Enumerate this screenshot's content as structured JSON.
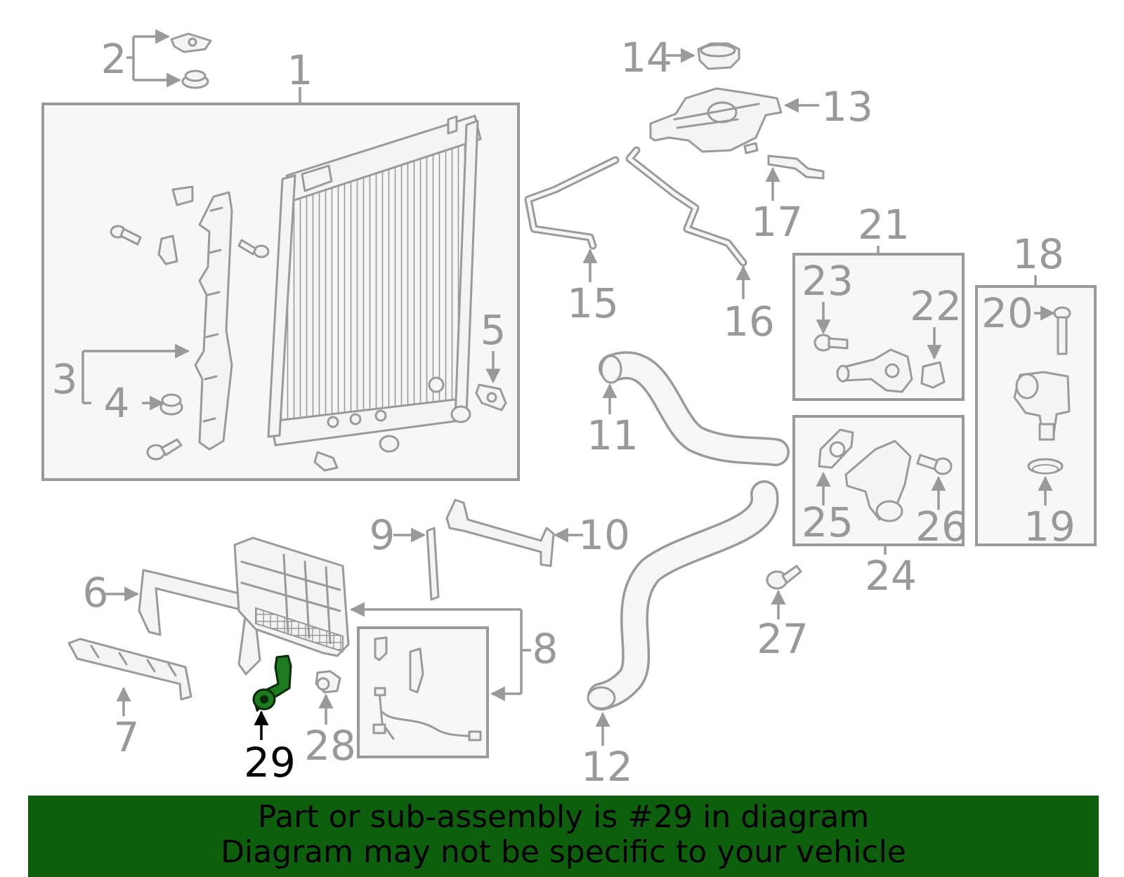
{
  "labels": {
    "p1": "1",
    "p2": "2",
    "p3": "3",
    "p4": "4",
    "p5": "5",
    "p6": "6",
    "p7": "7",
    "p8": "8",
    "p9": "9",
    "p10": "10",
    "p11": "11",
    "p12": "12",
    "p13": "13",
    "p14": "14",
    "p15": "15",
    "p16": "16",
    "p17": "17",
    "p18": "18",
    "p19": "19",
    "p20": "20",
    "p21": "21",
    "p22": "22",
    "p23": "23",
    "p24": "24",
    "p25": "25",
    "p26": "26",
    "p27": "27",
    "p28": "28",
    "p29": "29"
  },
  "highlight": {
    "part_number": "29",
    "color": "#1e7a1e"
  },
  "banner": {
    "line1": "Part or sub-assembly is #29 in diagram",
    "line2": "Diagram may not be specific to your vehicle",
    "background": "#0d5f0d"
  }
}
